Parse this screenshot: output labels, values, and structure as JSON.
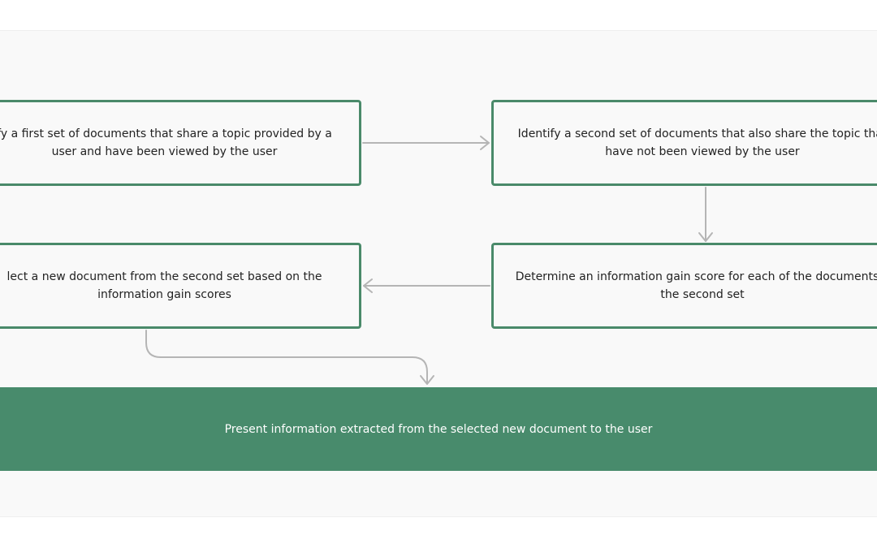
{
  "diagram": {
    "steps": [
      {
        "id": "step1",
        "line1": "fy a first set of documents that share a topic provided by a",
        "line2": "user and have been viewed by the user"
      },
      {
        "id": "step2",
        "line1": "Identify a second set of documents that also share the topic that",
        "line2": "have not been viewed by the user"
      },
      {
        "id": "step3",
        "line1": "Determine an information gain score for each of the documents o",
        "line2": "the second set"
      },
      {
        "id": "step4",
        "line1": "lect a new document from the second set based on the",
        "line2": "information gain scores"
      }
    ],
    "final_step": "Present information extracted from the selected new document to the user",
    "colors": {
      "box_border": "#4a8a6a",
      "final_fill": "#488b6c",
      "connector": "#b5b5b5",
      "panel": "#f9f9f9"
    }
  }
}
